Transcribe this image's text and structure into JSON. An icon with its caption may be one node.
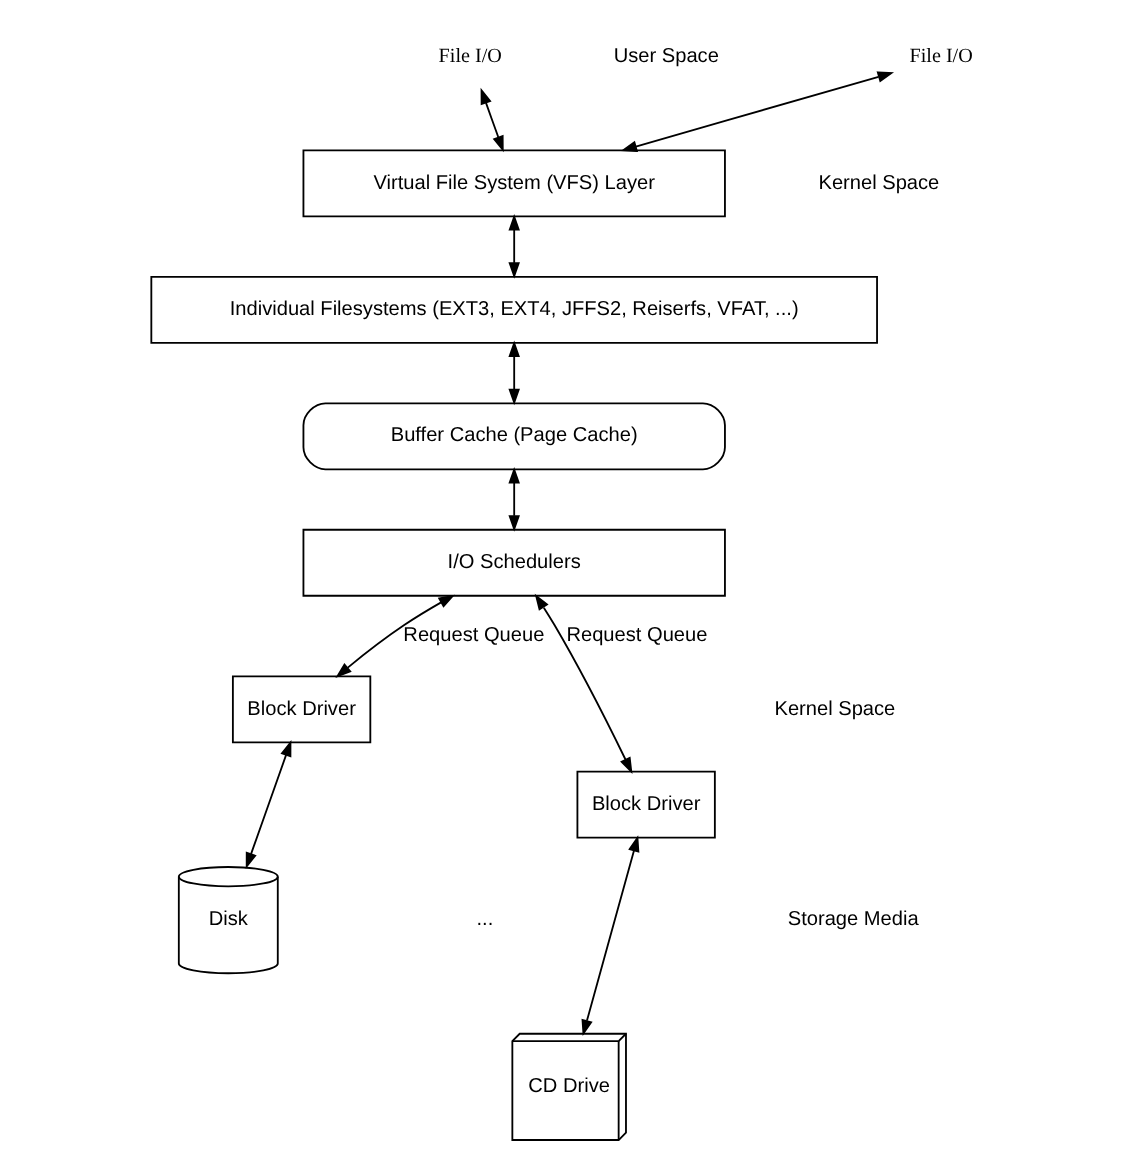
{
  "diagram": {
    "nodes": [
      {
        "text": [
          "File I/O"
        ]
      },
      {
        "text": [
          "File I/O"
        ]
      },
      {
        "text": [
          "Virtual File System (VFS) Layer"
        ]
      },
      {
        "text": [
          "Individual Filesystems (EXT3, EXT4, JFFS2, Reiserfs, VFAT, ...)"
        ]
      },
      {
        "text": [
          "Buffer Cache (Page Cache)"
        ]
      },
      {
        "text": [
          "I/O Schedulers"
        ]
      },
      {
        "text": [
          "Block Driver"
        ]
      },
      {
        "text": [
          "Block Driver"
        ]
      },
      {
        "text": [
          "Disk"
        ]
      },
      {
        "text": [
          "CD Drive"
        ]
      }
    ],
    "edges": [
      {
        "from": 0,
        "to": 2,
        "arrow": "both"
      },
      {
        "from": 1,
        "to": 2,
        "arrow": "both"
      },
      {
        "from": 2,
        "to": 3,
        "arrow": "both"
      },
      {
        "from": 3,
        "to": 4,
        "arrow": "both"
      },
      {
        "from": 4,
        "to": 5,
        "arrow": "both"
      },
      {
        "from": 5,
        "to": 6,
        "arrow": "both",
        "label": "Request Queue"
      },
      {
        "from": 5,
        "to": 7,
        "arrow": "both",
        "label": "Request Queue"
      },
      {
        "from": 6,
        "to": 8,
        "arrow": "both"
      },
      {
        "from": 7,
        "to": 9,
        "arrow": "both"
      }
    ],
    "labels": [
      "User Space",
      "Kernel Space",
      "Kernel Space",
      "Storage Media",
      "..."
    ]
  }
}
